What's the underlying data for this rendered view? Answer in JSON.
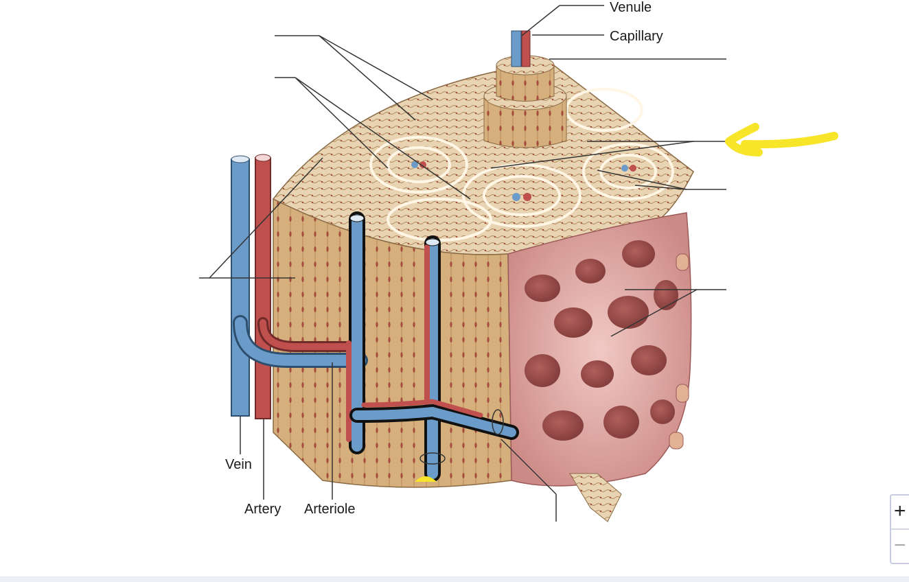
{
  "diagram": {
    "labels": {
      "venule": "Venule",
      "capillary": "Capillary",
      "vein": "Vein",
      "artery": "Artery",
      "arteriole": "Arteriole"
    },
    "colors": {
      "bone": "#d9b98c",
      "bone_light": "#efe1c6",
      "vein_blue": "#6b9cc9",
      "artery_red": "#c0504d",
      "spongy_pink": "#d68f8f",
      "annotation_yellow": "#f7e52a"
    }
  },
  "zoom_control": {
    "zoom_in_icon": "plus-icon",
    "zoom_out_icon": "minus-icon",
    "zoom_in_glyph": "+",
    "zoom_out_glyph": "−"
  }
}
